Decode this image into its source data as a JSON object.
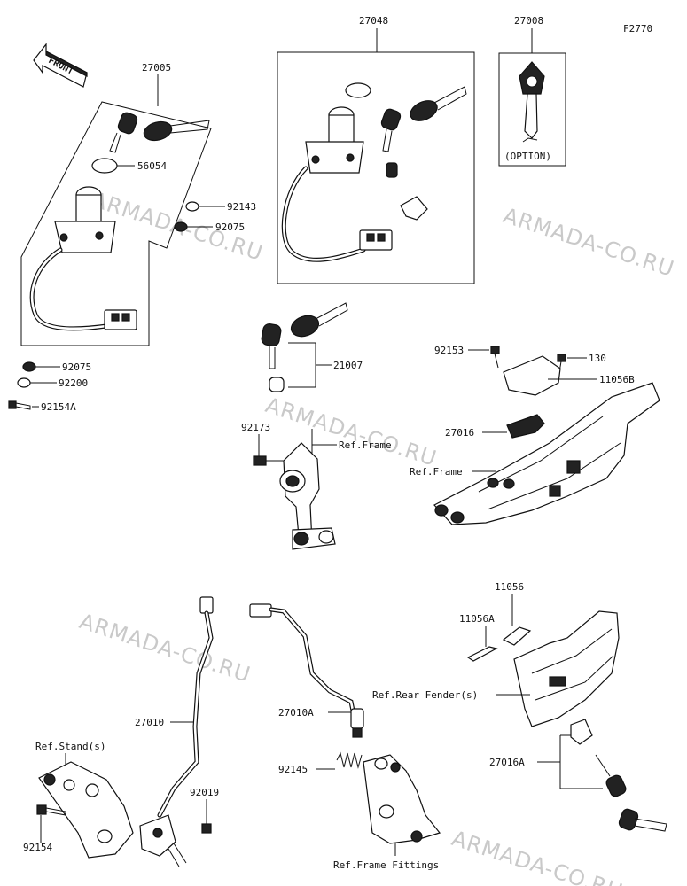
{
  "figure_code": "F2770",
  "front_label": "FRONT",
  "watermark": "ARMADA-CO.RU",
  "labels": {
    "p27005": "27005",
    "p56054": "56054",
    "p92143": "92143",
    "p92075a": "92075",
    "p92075b": "92075",
    "p92200": "92200",
    "p92154a": "92154A",
    "p27048": "27048",
    "p27008": "27008",
    "option": "(OPTION)",
    "p21007": "21007",
    "p92173": "92173",
    "ref_frame_a": "Ref.Frame",
    "p92153": "92153",
    "p130": "130",
    "p11056b": "11056B",
    "p27016": "27016",
    "ref_frame_b": "Ref.Frame",
    "p11056": "11056",
    "p11056a": "11056A",
    "ref_rear_fender": "Ref.Rear Fender(s)",
    "p27016a": "27016A",
    "p27010": "27010",
    "ref_stand": "Ref.Stand(s)",
    "p92019": "92019",
    "p92154": "92154",
    "p27010a": "27010A",
    "p92145": "92145",
    "ref_frame_fittings": "Ref.Frame Fittings"
  }
}
